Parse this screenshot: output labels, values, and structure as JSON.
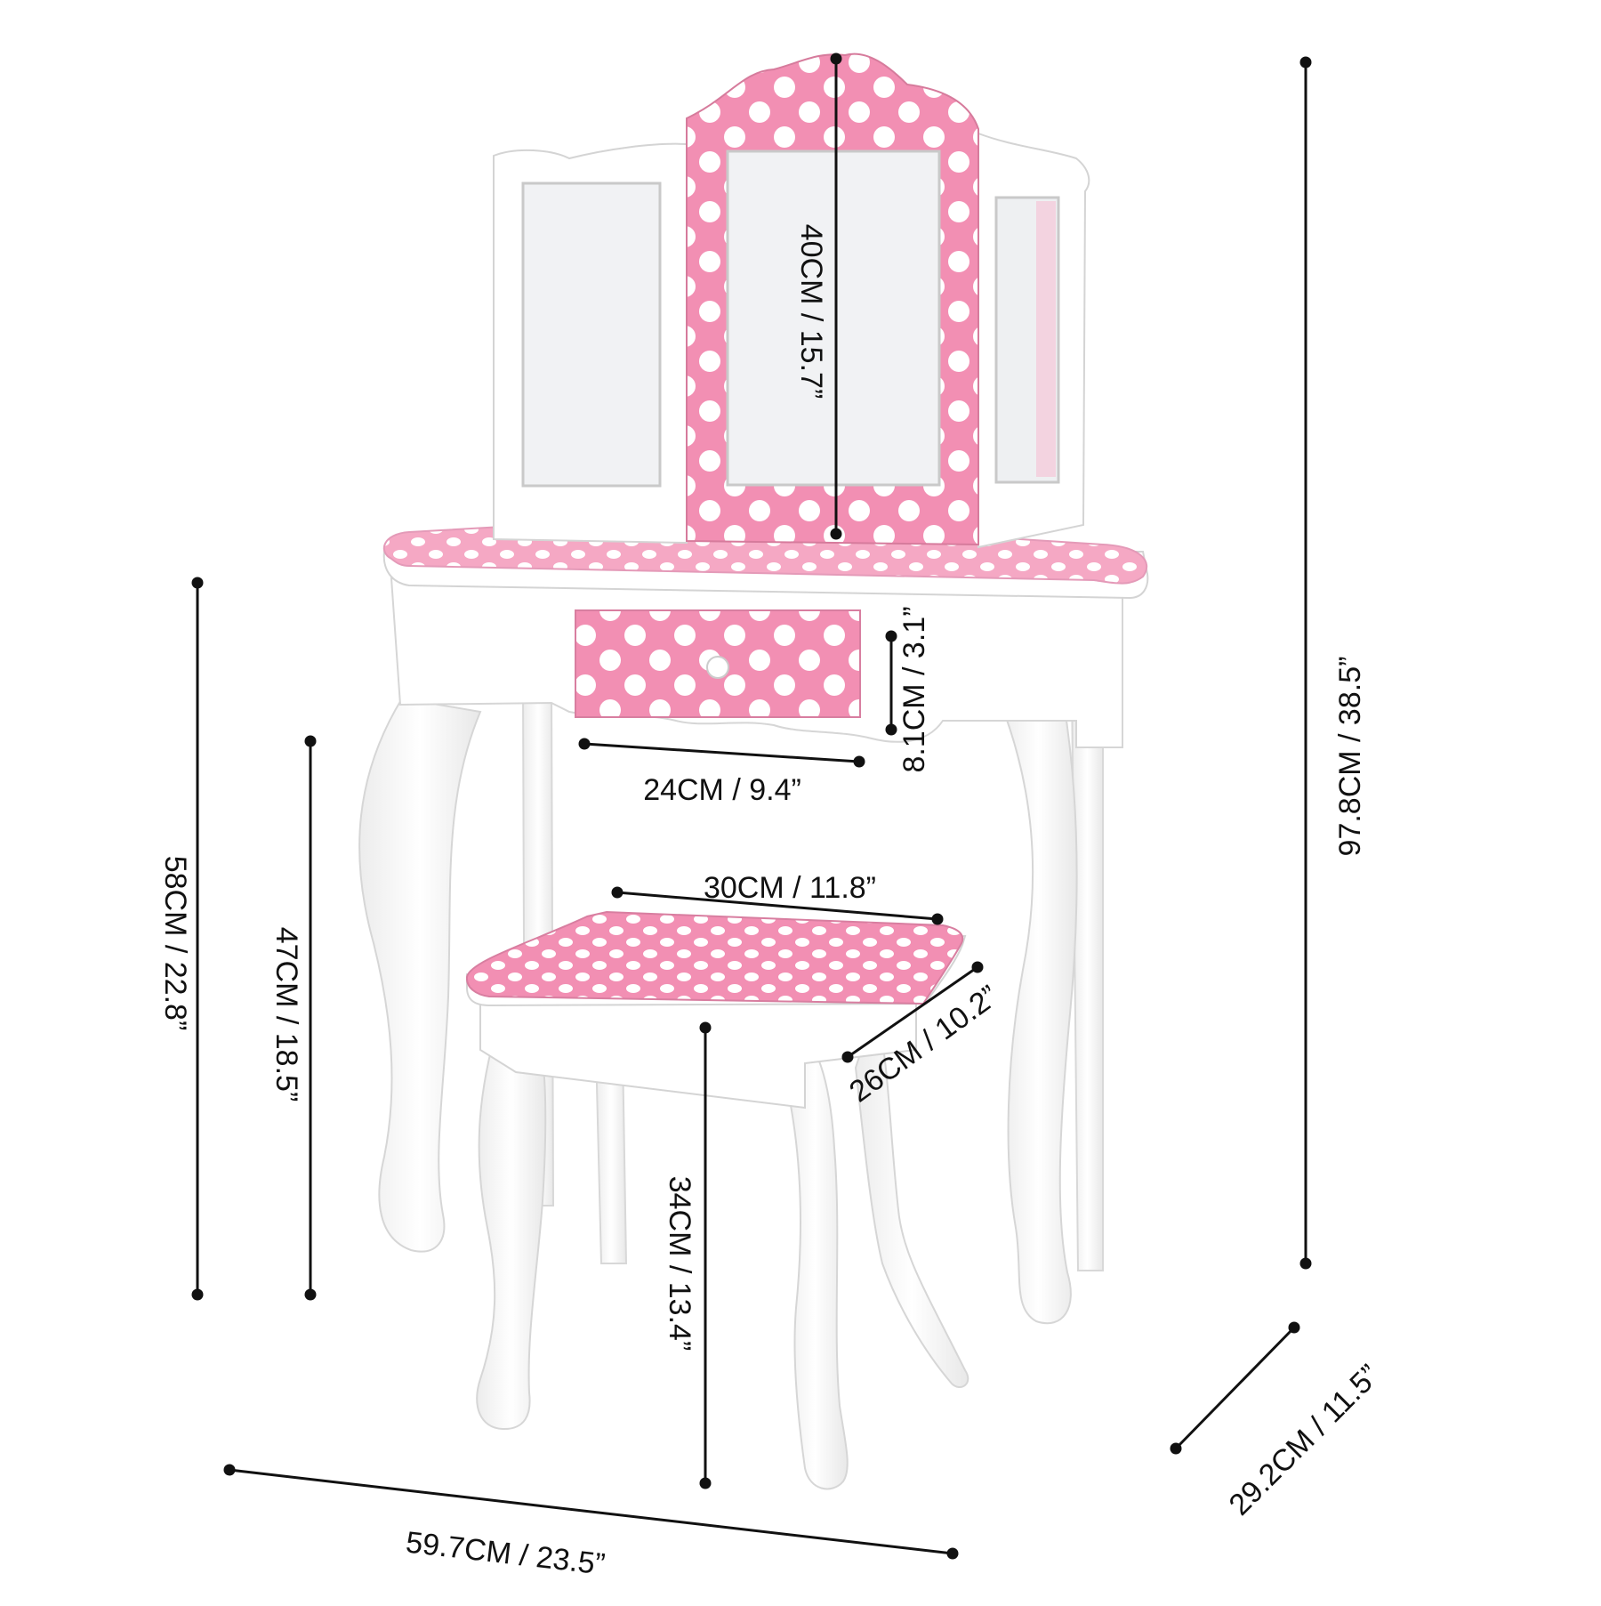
{
  "colors": {
    "background": "#ffffff",
    "pink": "#f28fb3",
    "pink_light": "#f7b6cd",
    "dot": "#ffffff",
    "wood_white": "#fbfbfb",
    "wood_shade": "#e6e6e6",
    "mirror": "#f1f2f4",
    "dimension_line": "#111111"
  },
  "dimensions": {
    "overall_height": "97.8CM / 38.5”",
    "overall_width": "59.7CM / 23.5”",
    "overall_depth": "29.2CM / 11.5”",
    "mirror_height": "40CM / 15.7”",
    "table_height": "58CM / 22.8”",
    "knee_clearance": "47CM / 18.5”",
    "drawer_width": "24CM / 9.4”",
    "drawer_height": "8.1CM / 3.1”",
    "stool_width": "30CM / 11.8”",
    "stool_depth": "26CM / 10.2”",
    "stool_height": "34CM / 13.4”"
  }
}
